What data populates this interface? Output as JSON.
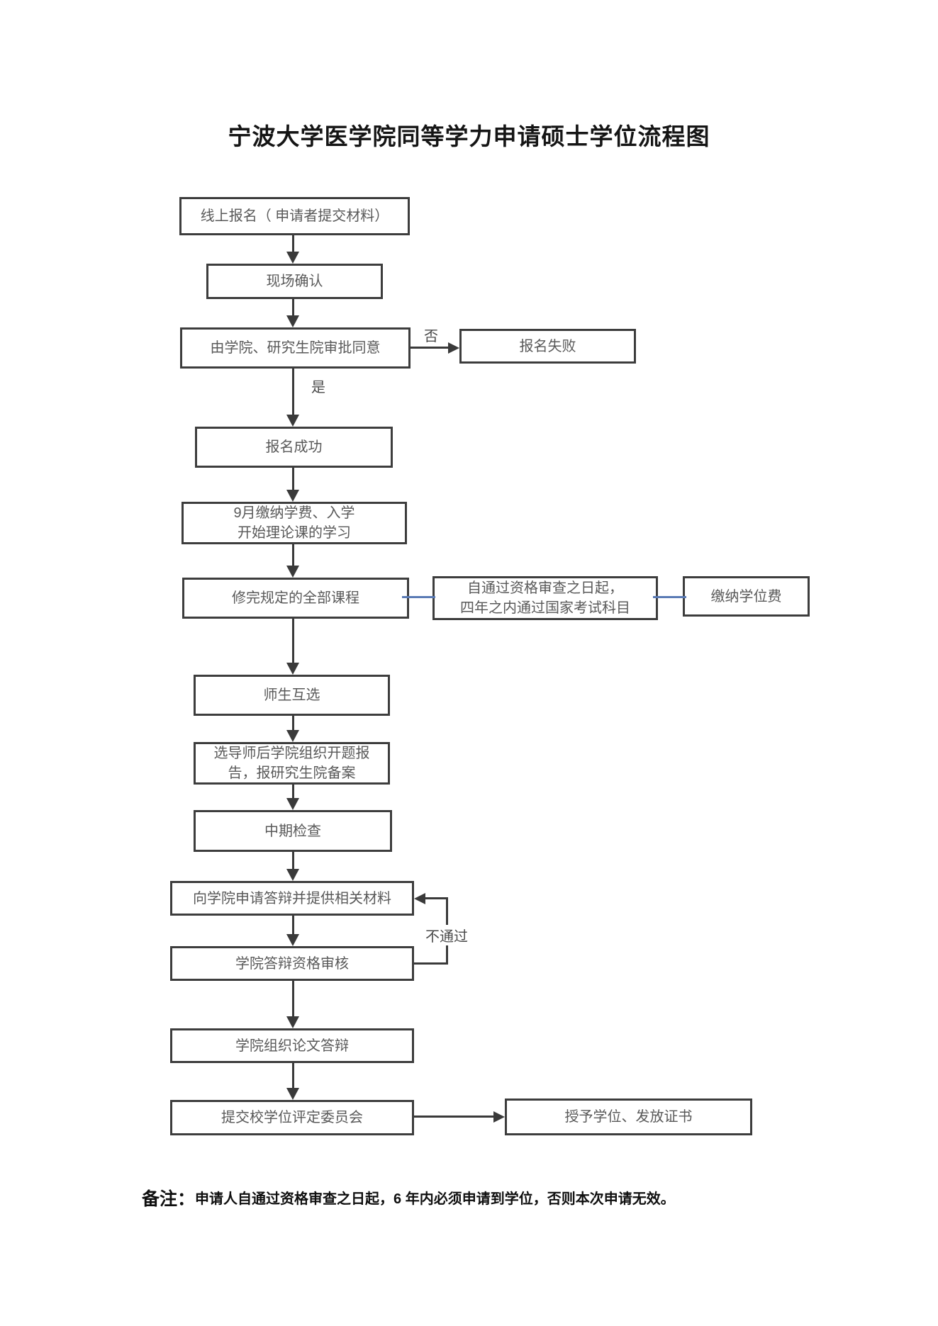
{
  "title": "宁波大学医学院同等学力申请硕士学位流程图",
  "nodes": {
    "online_signup": "线上报名（ 申请者提交材料）",
    "onsite_confirm": "现场确认",
    "approval": "由学院、研究生院审批同意",
    "signup_fail": "报名失败",
    "signup_success": "报名成功",
    "tuition": "9月缴纳学费、入学\n开始理论课的学习",
    "courses": "修完规定的全部课程",
    "exam_window": "自通过资格审查之日起，\n四年之内通过国家考试科目",
    "degree_fee": "缴纳学位费",
    "mutual_selection": "师生互选",
    "proposal": "选导师后学院组织开题报\n告，报研究生院备案",
    "midterm": "中期检查",
    "apply_defense": "向学院申请答辩并提供相关材料",
    "defense_review": "学院答辩资格审核",
    "thesis_defense": "学院组织论文答辩",
    "committee": "提交校学位评定委员会",
    "award": "授予学位、发放证书"
  },
  "edge_labels": {
    "no": "否",
    "yes": "是",
    "not_pass": "不通过"
  },
  "note": {
    "label": "备注：",
    "text": "申请人自通过资格审查之日起，6 年内必须申请到学位，否则本次申请无效。"
  },
  "colors": {
    "box_border": "#3d3d3d",
    "box_text": "#595959",
    "arrow": "#3a3a3a",
    "link_blue": "#5b7bb5"
  }
}
